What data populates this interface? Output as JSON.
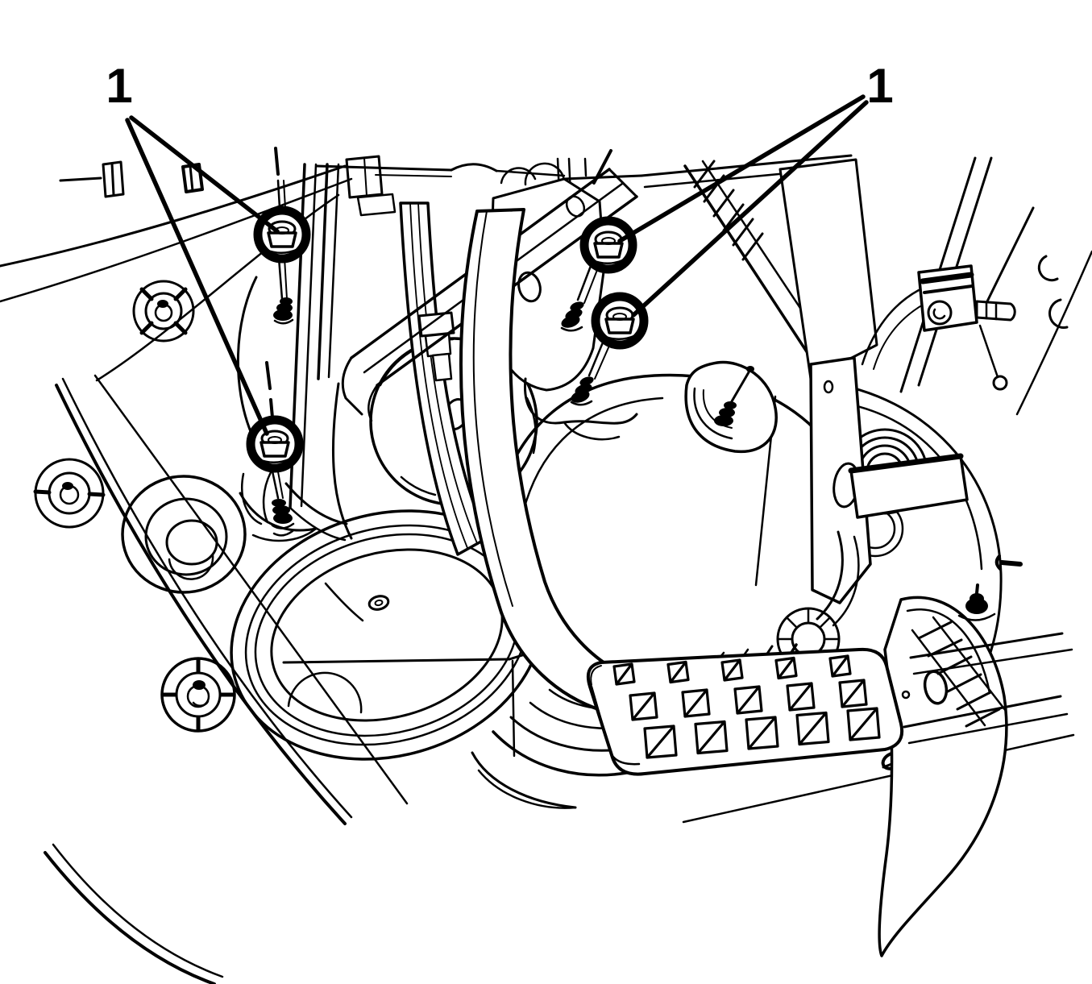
{
  "figure": {
    "kind": "technical-line-illustration",
    "subject": "Brake pedal assembly mounting viewed from under the instrument panel",
    "background_color": "#ffffff",
    "line_color": "#000000"
  },
  "callouts": [
    {
      "label": "1",
      "position": "upper-left",
      "points_to": [
        "upper-left mounting nut",
        "lower-left mounting nut"
      ]
    },
    {
      "label": "1",
      "position": "upper-right",
      "points_to": [
        "upper-right mounting nut",
        "lower-right mounting nut"
      ]
    }
  ]
}
